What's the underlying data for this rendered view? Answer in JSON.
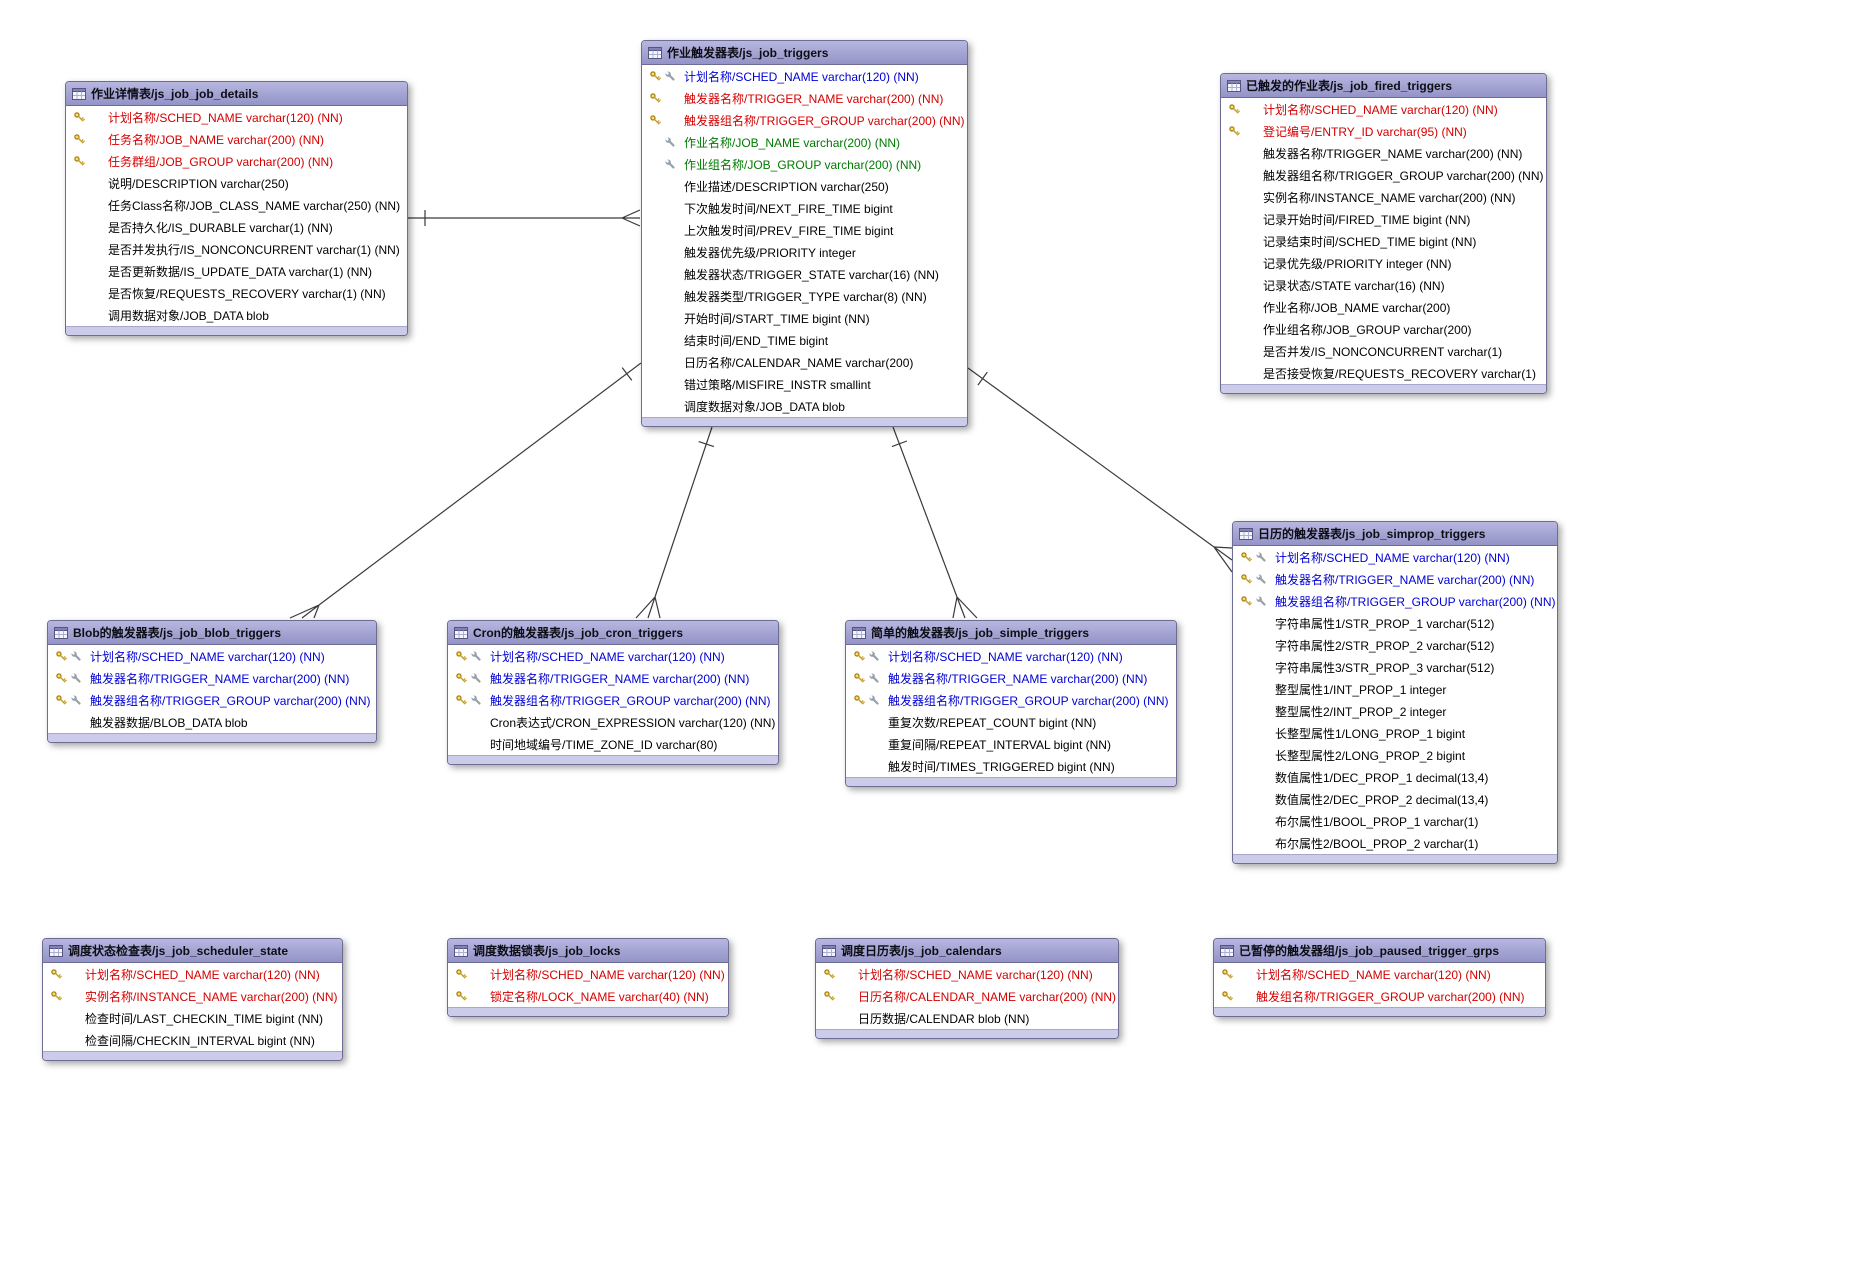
{
  "colors": {
    "pk": "#d40000",
    "pkfk": "#0000d4",
    "fk": "#007a00",
    "col": "#000000",
    "header_top": "#b7b7e0",
    "header_bottom": "#9393c7",
    "footer": "#ccccea",
    "border": "#6d6d94",
    "line": "#3a3a3a"
  },
  "tables": [
    {
      "id": "js_job_job_details",
      "title": "作业详情表/js_job_job_details",
      "columns": [
        {
          "label": "计划名称/SCHED_NAME varchar(120) (NN)",
          "style": "pk",
          "k": true
        },
        {
          "label": "任务名称/JOB_NAME varchar(200) (NN)",
          "style": "pk",
          "k": true
        },
        {
          "label": "任务群组/JOB_GROUP varchar(200) (NN)",
          "style": "pk",
          "k": true
        },
        {
          "label": "说明/DESCRIPTION varchar(250)"
        },
        {
          "label": "任务Class名称/JOB_CLASS_NAME varchar(250) (NN)"
        },
        {
          "label": "是否持久化/IS_DURABLE varchar(1) (NN)"
        },
        {
          "label": "是否并发执行/IS_NONCONCURRENT varchar(1) (NN)"
        },
        {
          "label": "是否更新数据/IS_UPDATE_DATA varchar(1) (NN)"
        },
        {
          "label": "是否恢复/REQUESTS_RECOVERY varchar(1) (NN)"
        },
        {
          "label": "调用数据对象/JOB_DATA blob"
        }
      ]
    },
    {
      "id": "js_job_triggers",
      "title": "作业触发器表/js_job_triggers",
      "columns": [
        {
          "label": "计划名称/SCHED_NAME varchar(120) (NN)",
          "style": "pkfk",
          "k": true,
          "w": true
        },
        {
          "label": "触发器名称/TRIGGER_NAME varchar(200) (NN)",
          "style": "pk",
          "k": true
        },
        {
          "label": "触发器组名称/TRIGGER_GROUP varchar(200) (NN)",
          "style": "pk",
          "k": true
        },
        {
          "label": "作业名称/JOB_NAME varchar(200) (NN)",
          "style": "fk",
          "w": true
        },
        {
          "label": "作业组名称/JOB_GROUP varchar(200) (NN)",
          "style": "fk",
          "w": true
        },
        {
          "label": "作业描述/DESCRIPTION varchar(250)"
        },
        {
          "label": "下次触发时间/NEXT_FIRE_TIME bigint"
        },
        {
          "label": "上次触发时间/PREV_FIRE_TIME bigint"
        },
        {
          "label": "触发器优先级/PRIORITY integer"
        },
        {
          "label": "触发器状态/TRIGGER_STATE varchar(16) (NN)"
        },
        {
          "label": "触发器类型/TRIGGER_TYPE varchar(8) (NN)"
        },
        {
          "label": "开始时间/START_TIME bigint (NN)"
        },
        {
          "label": "结束时间/END_TIME bigint"
        },
        {
          "label": "日历名称/CALENDAR_NAME varchar(200)"
        },
        {
          "label": "错过策略/MISFIRE_INSTR smallint"
        },
        {
          "label": "调度数据对象/JOB_DATA blob"
        }
      ]
    },
    {
      "id": "js_job_fired_triggers",
      "title": "已触发的作业表/js_job_fired_triggers",
      "columns": [
        {
          "label": "计划名称/SCHED_NAME varchar(120) (NN)",
          "style": "pk",
          "k": true
        },
        {
          "label": "登记编号/ENTRY_ID varchar(95) (NN)",
          "style": "pk",
          "k": true
        },
        {
          "label": "触发器名称/TRIGGER_NAME varchar(200) (NN)"
        },
        {
          "label": "触发器组名称/TRIGGER_GROUP varchar(200) (NN)"
        },
        {
          "label": "实例名称/INSTANCE_NAME varchar(200) (NN)"
        },
        {
          "label": "记录开始时间/FIRED_TIME bigint (NN)"
        },
        {
          "label": "记录结束时间/SCHED_TIME bigint (NN)"
        },
        {
          "label": "记录优先级/PRIORITY integer (NN)"
        },
        {
          "label": "记录状态/STATE varchar(16) (NN)"
        },
        {
          "label": "作业名称/JOB_NAME varchar(200)"
        },
        {
          "label": "作业组名称/JOB_GROUP varchar(200)"
        },
        {
          "label": "是否并发/IS_NONCONCURRENT varchar(1)"
        },
        {
          "label": "是否接受恢复/REQUESTS_RECOVERY varchar(1)"
        }
      ]
    },
    {
      "id": "js_job_blob_triggers",
      "title": "Blob的触发器表/js_job_blob_triggers",
      "columns": [
        {
          "label": "计划名称/SCHED_NAME varchar(120) (NN)",
          "style": "pkfk",
          "k": true,
          "w": true
        },
        {
          "label": "触发器名称/TRIGGER_NAME varchar(200) (NN)",
          "style": "pkfk",
          "k": true,
          "w": true
        },
        {
          "label": "触发器组名称/TRIGGER_GROUP varchar(200) (NN)",
          "style": "pkfk",
          "k": true,
          "w": true
        },
        {
          "label": "触发器数据/BLOB_DATA blob"
        }
      ]
    },
    {
      "id": "js_job_cron_triggers",
      "title": "Cron的触发器表/js_job_cron_triggers",
      "columns": [
        {
          "label": "计划名称/SCHED_NAME varchar(120) (NN)",
          "style": "pkfk",
          "k": true,
          "w": true
        },
        {
          "label": "触发器名称/TRIGGER_NAME varchar(200) (NN)",
          "style": "pkfk",
          "k": true,
          "w": true
        },
        {
          "label": "触发器组名称/TRIGGER_GROUP varchar(200) (NN)",
          "style": "pkfk",
          "k": true,
          "w": true
        },
        {
          "label": "Cron表达式/CRON_EXPRESSION varchar(120) (NN)"
        },
        {
          "label": "时间地域编号/TIME_ZONE_ID varchar(80)"
        }
      ]
    },
    {
      "id": "js_job_simple_triggers",
      "title": "简单的触发器表/js_job_simple_triggers",
      "columns": [
        {
          "label": "计划名称/SCHED_NAME varchar(120) (NN)",
          "style": "pkfk",
          "k": true,
          "w": true
        },
        {
          "label": "触发器名称/TRIGGER_NAME varchar(200) (NN)",
          "style": "pkfk",
          "k": true,
          "w": true
        },
        {
          "label": "触发器组名称/TRIGGER_GROUP varchar(200) (NN)",
          "style": "pkfk",
          "k": true,
          "w": true
        },
        {
          "label": "重复次数/REPEAT_COUNT bigint (NN)"
        },
        {
          "label": "重复间隔/REPEAT_INTERVAL bigint (NN)"
        },
        {
          "label": "触发时间/TIMES_TRIGGERED bigint (NN)"
        }
      ]
    },
    {
      "id": "js_job_simprop_triggers",
      "title": "日历的触发器表/js_job_simprop_triggers",
      "columns": [
        {
          "label": "计划名称/SCHED_NAME varchar(120) (NN)",
          "style": "pkfk",
          "k": true,
          "w": true
        },
        {
          "label": "触发器名称/TRIGGER_NAME varchar(200) (NN)",
          "style": "pkfk",
          "k": true,
          "w": true
        },
        {
          "label": "触发器组名称/TRIGGER_GROUP varchar(200) (NN)",
          "style": "pkfk",
          "k": true,
          "w": true
        },
        {
          "label": "字符串属性1/STR_PROP_1 varchar(512)"
        },
        {
          "label": "字符串属性2/STR_PROP_2 varchar(512)"
        },
        {
          "label": "字符串属性3/STR_PROP_3 varchar(512)"
        },
        {
          "label": "整型属性1/INT_PROP_1 integer"
        },
        {
          "label": "整型属性2/INT_PROP_2 integer"
        },
        {
          "label": "长整型属性1/LONG_PROP_1 bigint"
        },
        {
          "label": "长整型属性2/LONG_PROP_2 bigint"
        },
        {
          "label": "数值属性1/DEC_PROP_1 decimal(13,4)"
        },
        {
          "label": "数值属性2/DEC_PROP_2 decimal(13,4)"
        },
        {
          "label": "布尔属性1/BOOL_PROP_1 varchar(1)"
        },
        {
          "label": "布尔属性2/BOOL_PROP_2 varchar(1)"
        }
      ]
    },
    {
      "id": "js_job_scheduler_state",
      "title": "调度状态检查表/js_job_scheduler_state",
      "columns": [
        {
          "label": "计划名称/SCHED_NAME varchar(120) (NN)",
          "style": "pk",
          "k": true
        },
        {
          "label": "实例名称/INSTANCE_NAME varchar(200) (NN)",
          "style": "pk",
          "k": true
        },
        {
          "label": "检查时间/LAST_CHECKIN_TIME bigint (NN)"
        },
        {
          "label": "检查间隔/CHECKIN_INTERVAL bigint (NN)"
        }
      ]
    },
    {
      "id": "js_job_locks",
      "title": "调度数据锁表/js_job_locks",
      "columns": [
        {
          "label": "计划名称/SCHED_NAME varchar(120) (NN)",
          "style": "pk",
          "k": true
        },
        {
          "label": "锁定名称/LOCK_NAME varchar(40) (NN)",
          "style": "pk",
          "k": true
        }
      ]
    },
    {
      "id": "js_job_calendars",
      "title": "调度日历表/js_job_calendars",
      "columns": [
        {
          "label": "计划名称/SCHED_NAME varchar(120) (NN)",
          "style": "pk",
          "k": true
        },
        {
          "label": "日历名称/CALENDAR_NAME varchar(200) (NN)",
          "style": "pk",
          "k": true
        },
        {
          "label": "日历数据/CALENDAR blob (NN)"
        }
      ]
    },
    {
      "id": "js_job_paused_trigger_grps",
      "title": "已暂停的触发器组/js_job_paused_trigger_grps",
      "columns": [
        {
          "label": "计划名称/SCHED_NAME varchar(120) (NN)",
          "style": "pk",
          "k": true
        },
        {
          "label": "触发组名称/TRIGGER_GROUP varchar(200) (NN)",
          "style": "pk",
          "k": true
        }
      ]
    }
  ],
  "relationships": [
    {
      "from": "js_job_job_details",
      "to": "js_job_triggers"
    },
    {
      "from": "js_job_triggers",
      "to": "js_job_blob_triggers"
    },
    {
      "from": "js_job_triggers",
      "to": "js_job_cron_triggers"
    },
    {
      "from": "js_job_triggers",
      "to": "js_job_simple_triggers"
    },
    {
      "from": "js_job_triggers",
      "to": "js_job_simprop_triggers"
    }
  ]
}
